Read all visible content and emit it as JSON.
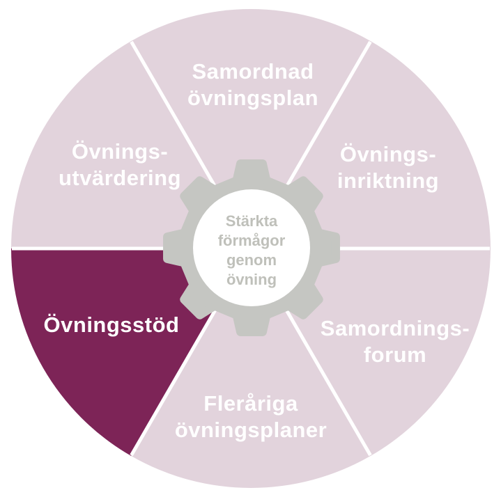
{
  "diagram": {
    "type": "process-wheel",
    "center_label": "Stärkta\nförmågor\ngenom\növning",
    "segments": [
      {
        "id": "samordnad-ovningsplan",
        "label": "Samordnad\növningsplan",
        "start_angle": 60,
        "end_angle": 120,
        "color": "#e2d3dc",
        "text_color": "#ffffff",
        "highlighted": false
      },
      {
        "id": "ovnings-inriktning",
        "label": "Övnings-\ninriktning",
        "start_angle": 0,
        "end_angle": 60,
        "color": "#e2d3dc",
        "text_color": "#ffffff",
        "highlighted": false
      },
      {
        "id": "samordnings-forum",
        "label": "Samordnings-\nforum",
        "start_angle": 300,
        "end_angle": 360,
        "color": "#e2d3dc",
        "text_color": "#ffffff",
        "highlighted": false
      },
      {
        "id": "flerariga-ovningsplaner",
        "label": "Fleråriga\növningsplaner",
        "start_angle": 240,
        "end_angle": 300,
        "color": "#e2d3dc",
        "text_color": "#ffffff",
        "highlighted": false
      },
      {
        "id": "ovningsstod",
        "label": "Övningsstöd",
        "start_angle": 180,
        "end_angle": 240,
        "color": "#7d2457",
        "text_color": "#ffffff",
        "highlighted": true
      },
      {
        "id": "ovnings-utvardering",
        "label": "Övnings-\nutvärdering",
        "start_angle": 120,
        "end_angle": 180,
        "color": "#e2d3dc",
        "text_color": "#ffffff",
        "highlighted": false
      }
    ],
    "colors": {
      "segment_default": "#e2d3dc",
      "segment_highlight": "#7d2457",
      "divider": "#ffffff",
      "gear": "#c5c6c2",
      "hub": "#ffffff",
      "center_text": "#bfc0ba",
      "label_text": "#ffffff",
      "background": "#ffffff"
    }
  }
}
